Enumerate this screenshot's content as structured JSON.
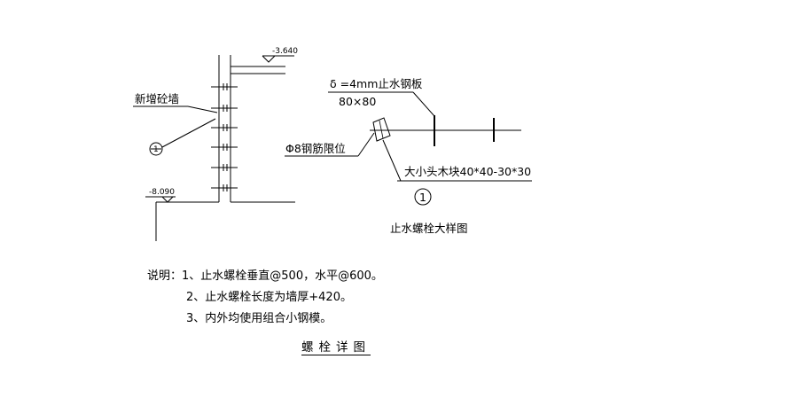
{
  "labels": {
    "elev_top": "-3.640",
    "elev_bottom": "-8.090",
    "new_wall": "新增砼墙",
    "circle_marker": "1",
    "plate_line1": "δ =4mm止水钢板",
    "plate_line2": "80×80",
    "rebar_stop": "Φ8钢筋限位",
    "wood_block": "大小头木块40*40-30*30",
    "detail_marker": "1",
    "detail_title": "止水螺栓大样图"
  },
  "notes": {
    "line1": "说明：1、止水螺栓垂直@500，水平@600。",
    "line2": "2、止水螺栓长度为墙厚+420。",
    "line3": "3、内外均使用组合小钢模。"
  },
  "title": "螺栓详图"
}
